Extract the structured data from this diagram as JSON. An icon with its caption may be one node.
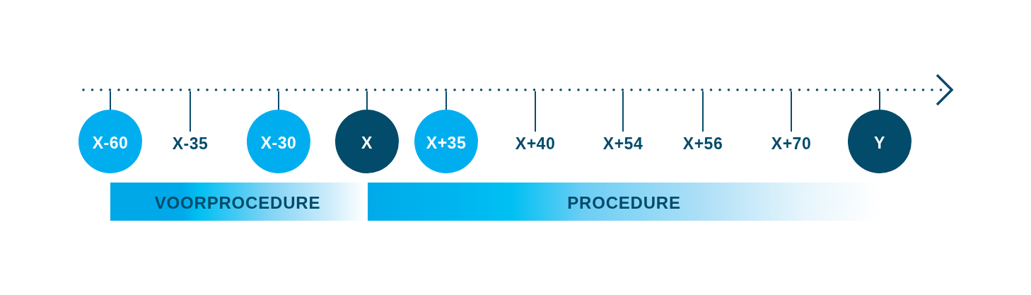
{
  "diagram": {
    "nodes": [
      {
        "text": [],
        "shape": "arrow"
      },
      {
        "text": [
          "X-60"
        ]
      },
      {
        "text": [
          "X-35"
        ]
      },
      {
        "text": [
          "X-30"
        ]
      },
      {
        "text": [
          "X"
        ]
      },
      {
        "text": [
          "X+35"
        ]
      },
      {
        "text": [
          "X+40"
        ]
      },
      {
        "text": [
          "X+54"
        ]
      },
      {
        "text": [
          "X+56"
        ]
      },
      {
        "text": [
          "X+70"
        ]
      },
      {
        "text": [
          "Y"
        ]
      },
      {
        "text": [
          "VOORPROCEDURE"
        ]
      },
      {
        "text": [
          "PROCEDURE"
        ]
      }
    ],
    "edges": [
      {
        "from": 0,
        "to": 1,
        "arrow": "none"
      },
      {
        "from": 0,
        "to": 2,
        "arrow": "none"
      },
      {
        "from": 0,
        "to": 3,
        "arrow": "none"
      },
      {
        "from": 0,
        "to": 4,
        "arrow": "none"
      },
      {
        "from": 0,
        "to": 5,
        "arrow": "none"
      },
      {
        "from": 0,
        "to": 6,
        "arrow": "none"
      },
      {
        "from": 0,
        "to": 7,
        "arrow": "none"
      },
      {
        "from": 0,
        "to": 8,
        "arrow": "none"
      },
      {
        "from": 0,
        "to": 9,
        "arrow": "none"
      },
      {
        "from": 0,
        "to": 10,
        "arrow": "none"
      }
    ]
  }
}
